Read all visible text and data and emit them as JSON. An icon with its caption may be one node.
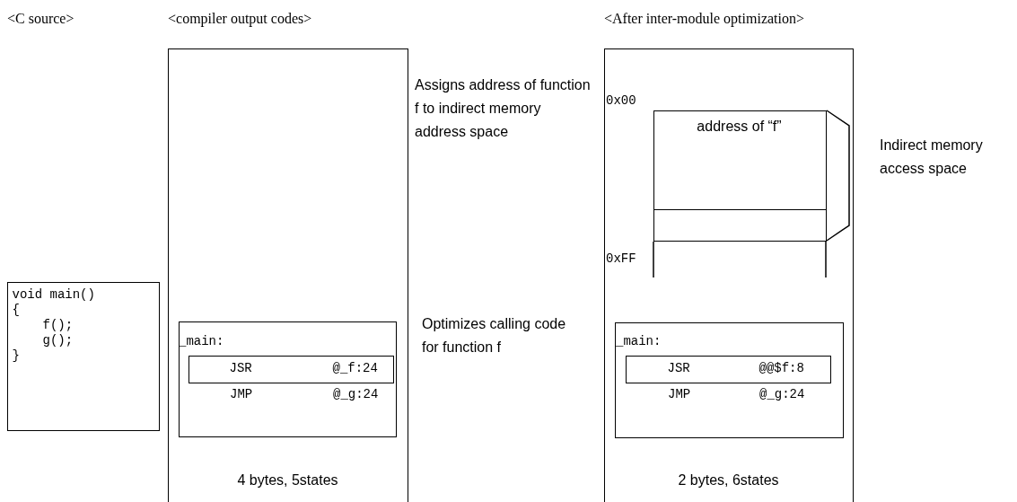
{
  "diagram": {
    "nodes": [
      {
        "text": [
          "void main()",
          "{",
          "f();",
          "g();",
          "}"
        ]
      },
      {
        "text": [
          "4 bytes, 5states"
        ]
      },
      {
        "text": [
          "_main:",
          "JMP",
          "@_g:24"
        ],
        "in": 1
      },
      {
        "text": [
          "JSR",
          "@_f:24"
        ],
        "in": 2
      },
      {
        "text": [
          "2 bytes, 6states"
        ]
      },
      {
        "text": [
          "address of “f”"
        ],
        "in": 4
      },
      {
        "text": [],
        "shape": "box",
        "in": 4
      },
      {
        "text": [
          "_main:",
          "JMP",
          "@_g:24"
        ],
        "in": 4
      },
      {
        "text": [
          "JSR",
          "@@$f:8"
        ],
        "in": 7
      }
    ],
    "labels": [
      "<C source>",
      "<compiler output codes>",
      "<After inter-module optimization>",
      "0x00",
      "Assigns address of function f to indirect memory address space",
      "Indirect memory access space",
      "0xFF",
      "Optimizes calling code for function f"
    ]
  }
}
